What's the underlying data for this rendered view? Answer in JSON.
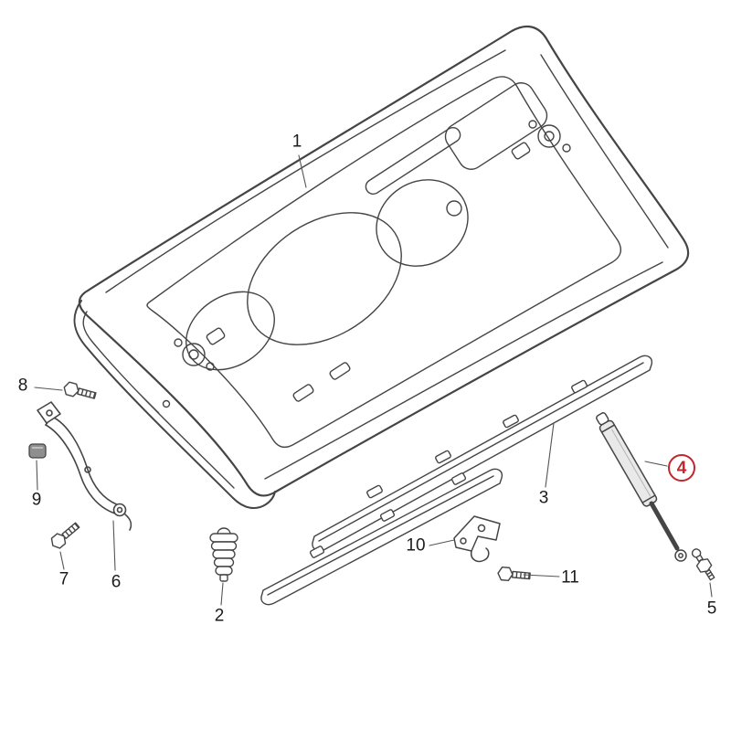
{
  "diagram": {
    "kind": "exploded-parts-diagram",
    "subject": "Trunk lid assembly",
    "background": "#ffffff",
    "line_color": "#454545",
    "highlight_color": "#c1272d",
    "highlighted_callout": "4",
    "parts": [
      {
        "callout": "1",
        "name": "trunk-lid-panel"
      },
      {
        "callout": "2",
        "name": "rubber-buffer"
      },
      {
        "callout": "3",
        "name": "trim-strip"
      },
      {
        "callout": "4",
        "name": "gas-pressure-strut",
        "highlighted": true
      },
      {
        "callout": "5",
        "name": "ball-stud-bolt"
      },
      {
        "callout": "6",
        "name": "hinge-arm"
      },
      {
        "callout": "7",
        "name": "hex-bolt"
      },
      {
        "callout": "8",
        "name": "hex-bolt"
      },
      {
        "callout": "9",
        "name": "cap"
      },
      {
        "callout": "10",
        "name": "lock-bracket"
      },
      {
        "callout": "11",
        "name": "hex-bolt"
      }
    ]
  }
}
